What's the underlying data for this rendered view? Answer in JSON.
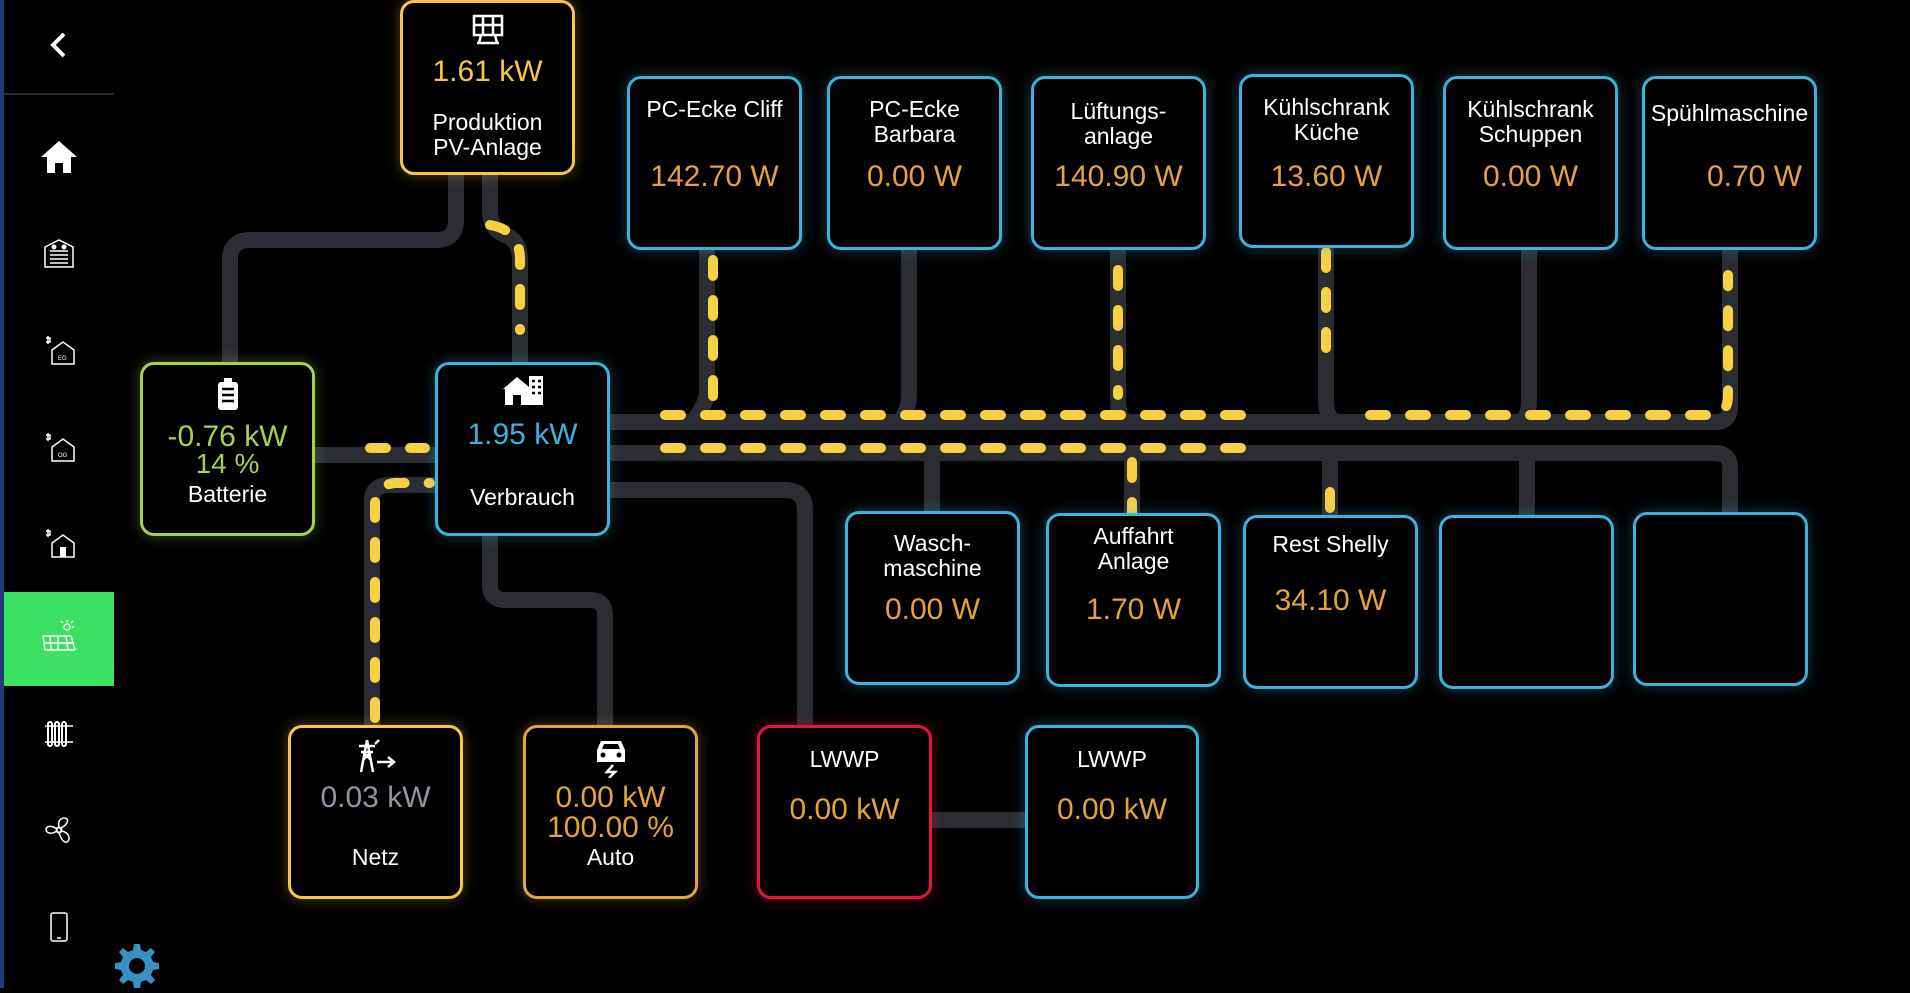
{
  "colors": {
    "line": "#2b2d33",
    "flow": "#f6d144",
    "blue": "#3ab4dc",
    "orange_value": "#e6a33a",
    "green_value": "#a4d24e",
    "grey_value": "#8e95a3",
    "sidebar_active": "#3be160"
  },
  "sidebar": {
    "items": [
      {
        "icon": "back-arrow-icon"
      },
      {
        "icon": "home-icon"
      },
      {
        "icon": "garage-icon"
      },
      {
        "icon": "house-eg-icon"
      },
      {
        "icon": "house-og-icon"
      },
      {
        "icon": "house-plug-icon"
      },
      {
        "icon": "solar-panel-icon",
        "active": true
      },
      {
        "icon": "radiator-icon"
      },
      {
        "icon": "fan-icon"
      },
      {
        "icon": "phone-icon"
      },
      {
        "icon": "gear-icon"
      }
    ]
  },
  "nodes": {
    "pv": {
      "value": "1.61 kW",
      "label": "Produktion\nPV-Anlage"
    },
    "battery": {
      "value": "-0.76 kW",
      "percent": "14 %",
      "label": "Batterie"
    },
    "consumption": {
      "value": "1.95 kW",
      "label": "Verbrauch"
    },
    "grid": {
      "value": "0.03 kW",
      "label": "Netz"
    },
    "car": {
      "value": "0.00 kW",
      "percent": "100.00 %",
      "label": "Auto"
    },
    "heatpump_1": {
      "label": "LWWP",
      "value": "0.00 kW"
    },
    "heatpump_2": {
      "label": "LWWP",
      "value": "0.00 kW"
    }
  },
  "devices_top": [
    {
      "label": "PC-Ecke Cliff",
      "value": "142.70 W"
    },
    {
      "label": "PC-Ecke\nBarbara",
      "value": "0.00 W"
    },
    {
      "label": "Lüftungs-\nanlage",
      "value": "140.90 W"
    },
    {
      "label": "Kühlschrank\nKüche",
      "value": "13.60 W"
    },
    {
      "label": "Kühlschrank\nSchuppen",
      "value": "0.00 W"
    },
    {
      "label": "Spühlmaschine",
      "value": "0.70 W"
    }
  ],
  "devices_bottom": [
    {
      "label": "Wasch-\nmaschine",
      "value": "0.00 W"
    },
    {
      "label": "Auffahrt\nAnlage",
      "value": "1.70 W"
    },
    {
      "label": "Rest Shelly",
      "value": "34.10 W"
    },
    {
      "label": "",
      "value": ""
    },
    {
      "label": "",
      "value": ""
    }
  ]
}
